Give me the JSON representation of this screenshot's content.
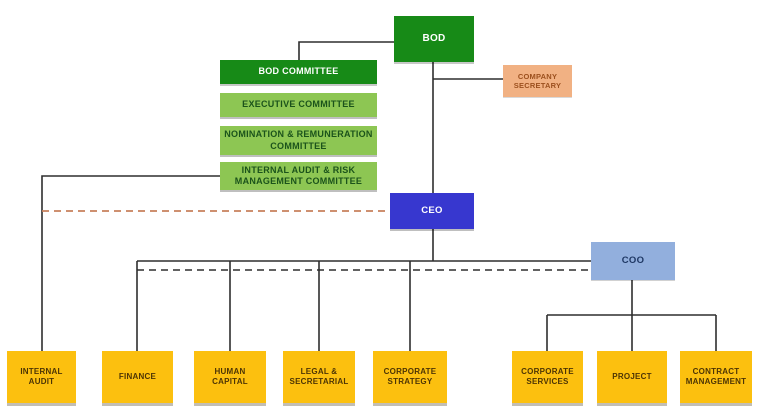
{
  "org_chart": {
    "nodes": {
      "bod": {
        "label": "BOD"
      },
      "company_secretary": {
        "label": "COMPANY SECRETARY"
      },
      "bod_committee": {
        "label": "BOD COMMITTEE"
      },
      "executive_committee": {
        "label": "EXECUTIVE COMMITTEE"
      },
      "nomination_remuneration_committee": {
        "label": "NOMINATION & REMUNERATION COMMITTEE"
      },
      "internal_audit_risk_committee": {
        "label": "INTERNAL AUDIT & RISK MANAGEMENT COMMITTEE"
      },
      "ceo": {
        "label": "CEO"
      },
      "coo": {
        "label": "COO"
      },
      "internal_audit": {
        "label": "INTERNAL AUDIT"
      },
      "finance": {
        "label": "FINANCE"
      },
      "human_capital": {
        "label": "HUMAN CAPITAL"
      },
      "legal_secretarial": {
        "label": "LEGAL & SECRETARIAL"
      },
      "corporate_strategy": {
        "label": "CORPORATE STRATEGY"
      },
      "corporate_services": {
        "label": "CORPORATE SERVICES"
      },
      "project": {
        "label": "PROJECT"
      },
      "contract_management": {
        "label": "CONTRACT MANAGEMENT"
      }
    },
    "colors": {
      "dark_green": "#178a17",
      "light_green": "#8dc653",
      "blue": "#3737cf",
      "light_blue": "#92afdd",
      "peach": "#f1b183",
      "yellow": "#fcc00f",
      "line": "#2e2e2e",
      "orange_dashed_line": "#c8815c"
    }
  }
}
